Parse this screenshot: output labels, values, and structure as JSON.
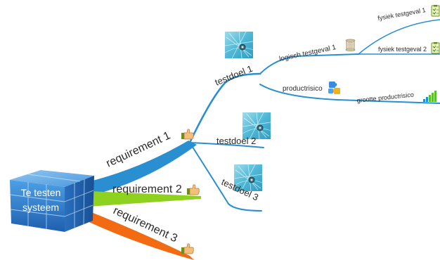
{
  "colors": {
    "blue": "#2a8fd0",
    "green": "#8fd11f",
    "orange": "#f26a12",
    "cube": "#2f7fd0",
    "text": "#2b2b2b"
  },
  "central": {
    "label_line1": "Te testen",
    "label_line2": "systeem",
    "icon": "blue-cube-icon"
  },
  "requirements": [
    {
      "label": "requirement 1",
      "icon": "thumbs-up-icon"
    },
    {
      "label": "requirement 2",
      "icon": "thumbs-up-icon"
    },
    {
      "label": "requirement 3",
      "icon": "thumbs-up-icon"
    }
  ],
  "testdoelen": [
    {
      "label": "testdoel 1",
      "icon": "photo-icon"
    },
    {
      "label": "testdoel 2",
      "icon": "photo-icon"
    },
    {
      "label": "testdoel 3",
      "icon": "photo-icon"
    }
  ],
  "logisch": {
    "label": "logisch testgeval 1",
    "icon": "scroll-icon"
  },
  "fysiek": [
    {
      "label": "fysiek testgeval 1",
      "icon": "checklist-icon"
    },
    {
      "label": "fysiek testgeval 2",
      "icon": "checklist-icon"
    }
  ],
  "productrisico": {
    "label": "productrisico",
    "icon": "puzzle-icon"
  },
  "grootte": {
    "label": "grootte productrisico",
    "icon": "signal-bars-icon"
  }
}
